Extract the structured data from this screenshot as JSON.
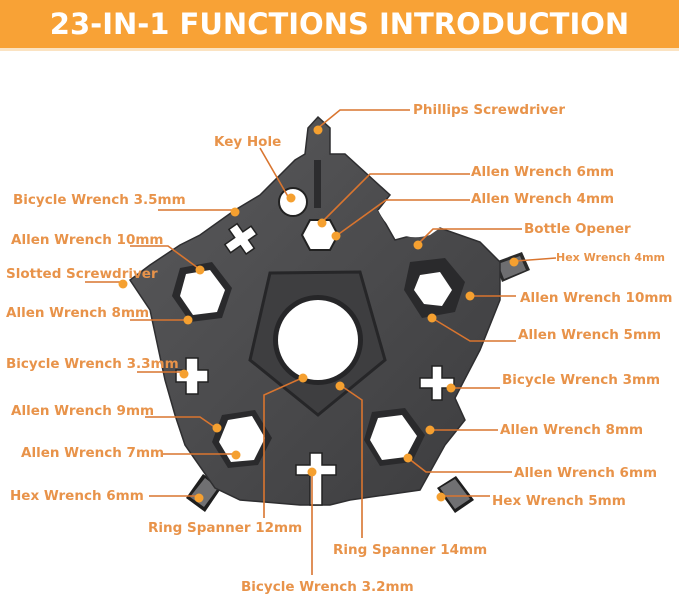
{
  "banner": {
    "title": "23-IN-1 FUNCTIONS INTRODUCTION",
    "background_color": "#F8A236",
    "text_color": "#FFFFFF"
  },
  "colors": {
    "label": "#E8934A",
    "leader_line": "#D9752F",
    "marker_dot": "#F5A030",
    "tool_body": "#4a4a4c"
  },
  "labels": {
    "phillips_screwdriver": "Phillips Screwdriver",
    "key_hole": "Key Hole",
    "allen_wrench_6mm_top": "Allen Wrench 6mm",
    "allen_wrench_4mm": "Allen Wrench 4mm",
    "bicycle_wrench_3_5mm": "Bicycle Wrench 3.5mm",
    "bottle_opener": "Bottle Opener",
    "allen_wrench_10mm_left": "Allen Wrench 10mm",
    "hex_wrench_4mm": "Hex Wrench 4mm",
    "slotted_screwdriver": "Slotted Screwdriver",
    "allen_wrench_10mm_right": "Allen Wrench 10mm",
    "allen_wrench_8mm_left": "Allen Wrench 8mm",
    "allen_wrench_5mm": "Allen Wrench 5mm",
    "bicycle_wrench_3_3mm": "Bicycle Wrench 3.3mm",
    "bicycle_wrench_3mm": "Bicycle Wrench 3mm",
    "allen_wrench_9mm": "Allen Wrench 9mm",
    "allen_wrench_8mm_right": "Allen Wrench 8mm",
    "allen_wrench_7mm": "Allen Wrench 7mm",
    "allen_wrench_6mm_bottom": "Allen Wrench 6mm",
    "hex_wrench_6mm": "Hex Wrench 6mm",
    "hex_wrench_5mm": "Hex Wrench 5mm",
    "ring_spanner_12mm": "Ring Spanner 12mm",
    "ring_spanner_14mm": "Ring Spanner 14mm",
    "bicycle_wrench_3_2mm": "Bicycle Wrench 3.2mm"
  }
}
